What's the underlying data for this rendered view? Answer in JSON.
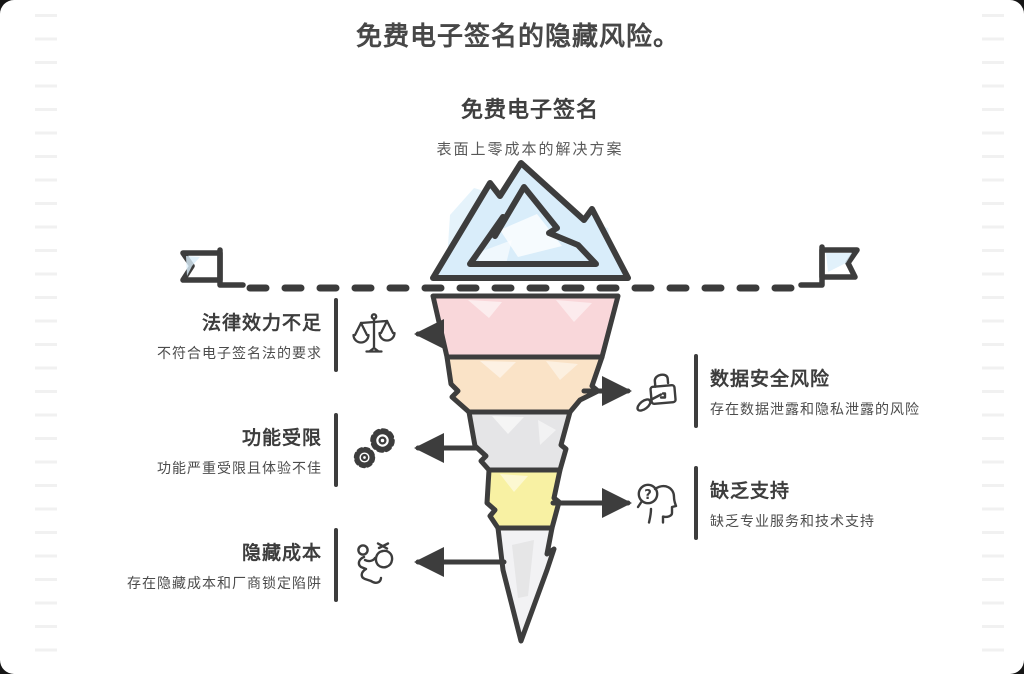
{
  "title": "免费电子签名的隐藏风险。",
  "iceberg_top": {
    "heading": "免费电子签名",
    "subheading": "表面上零成本的解决方案"
  },
  "callouts_left": [
    {
      "title": "法律效力不足",
      "subtitle": "不符合电子签名法的要求",
      "icon": "balance-scale-icon"
    },
    {
      "title": "功能受限",
      "subtitle": "功能严重受限且体验不佳",
      "icon": "gears-icon"
    },
    {
      "title": "隐藏成本",
      "subtitle": "存在隐藏成本和厂商锁定陷阱",
      "icon": "runner-with-bag-icon"
    }
  ],
  "callouts_right": [
    {
      "title": "数据安全风险",
      "subtitle": "存在数据泄露和隐私泄露的风险",
      "icon": "lock-pick-icon"
    },
    {
      "title": "缺乏支持",
      "subtitle": "缺乏专业服务和技术支持",
      "icon": "head-question-icon"
    }
  ],
  "glyphs": {
    "question_mark": "?"
  },
  "colors": {
    "outline": "#3d3d3d",
    "mountain_fill": "#d9edfa",
    "mountain_shade": "#cfe9f8",
    "segment_pink": "#f9d7da",
    "segment_peach": "#fae3c7",
    "segment_gray": "#e5e5e7",
    "segment_yellow": "#f8f1a3",
    "segment_tip": "#f2f2f4",
    "flag_fill": "#ffffff",
    "flag_tint": "#d9edfa"
  }
}
